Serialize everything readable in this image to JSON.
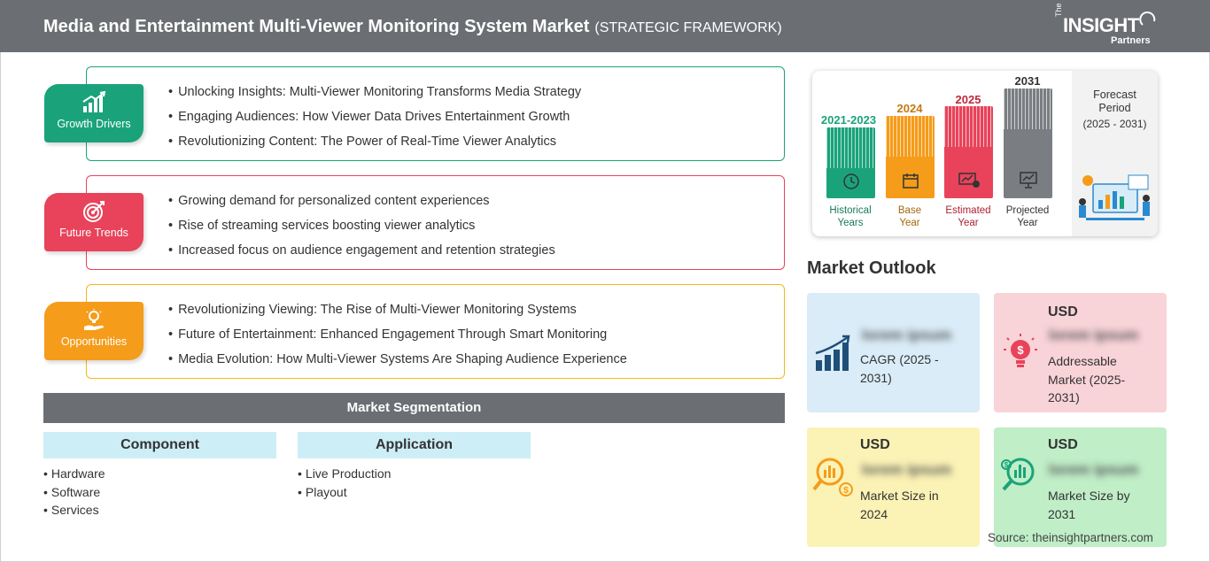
{
  "header": {
    "title": "Media and Entertainment Multi-Viewer Monitoring System Market",
    "subtitle": "(STRATEGIC FRAMEWORK)",
    "logo_the": "The",
    "logo_insight": "INSIGHT",
    "logo_partners": "Partners"
  },
  "framework": {
    "growth_drivers": {
      "label": "Growth Drivers",
      "color": "#1aa37a",
      "items": [
        "Unlocking Insights: Multi-Viewer Monitoring Transforms Media Strategy",
        "Engaging Audiences: How Viewer Data Drives Entertainment Growth",
        "Revolutionizing Content: The Power of Real-Time Viewer Analytics"
      ]
    },
    "future_trends": {
      "label": "Future Trends",
      "color": "#e8435a",
      "items": [
        "Growing demand for personalized content experiences",
        "Rise of streaming services boosting viewer analytics",
        "Increased focus on audience engagement and retention strategies"
      ]
    },
    "opportunities": {
      "label": "Opportunities",
      "color": "#f59c1a",
      "items": [
        "Revolutionizing Viewing: The Rise of Multi-Viewer Monitoring Systems",
        "Future of Entertainment: Enhanced Engagement Through Smart Monitoring",
        "Media Evolution: How Multi-Viewer Systems Are Shaping Audience Experience"
      ]
    }
  },
  "segmentation": {
    "title": "Market Segmentation",
    "component": {
      "heading": "Component",
      "items": [
        "Hardware",
        "Software",
        "Services"
      ]
    },
    "application": {
      "heading": "Application",
      "items": [
        "Live Production",
        "Playout"
      ]
    }
  },
  "timeline": {
    "historical": {
      "year": "2021-2023",
      "label_line1": "Historical",
      "label_line2": "Years",
      "color": "#1aa37a"
    },
    "base": {
      "year": "2024",
      "label_line1": "Base",
      "label_line2": "Year",
      "color": "#f59c1a"
    },
    "estimated": {
      "year": "2025",
      "label_line1": "Estimated",
      "label_line2": "Year",
      "color": "#e8435a"
    },
    "projected": {
      "year": "2031",
      "label_line1": "Projected",
      "label_line2": "Year",
      "color": "#6b6e73"
    },
    "forecast_line1": "Forecast",
    "forecast_line2": "Period",
    "forecast_range": "(2025 - 2031)"
  },
  "outlook": {
    "title": "Market Outlook",
    "cagr": {
      "value": "lorem ipsum",
      "desc_line1": "CAGR (2025 -",
      "desc_line2": "2031)",
      "bg": "#d9ecf7"
    },
    "addressable": {
      "usd": "USD",
      "value": "lorem ipsum",
      "desc_line1": "Addressable",
      "desc_line2": "Market (2025-",
      "desc_line3": "2031)",
      "bg": "#f8d3d8"
    },
    "size_2024": {
      "usd": "USD",
      "value": "lorem ipsum",
      "desc_line1": "Market Size in",
      "desc_line2": "2024",
      "bg": "#fbf2b5"
    },
    "size_2031": {
      "usd": "USD",
      "value": "lorem ipsum",
      "desc_line1": "Market Size by",
      "desc_line2": "2031",
      "bg": "#bfeec7"
    }
  },
  "source": "Source: theinsightpartners.com"
}
